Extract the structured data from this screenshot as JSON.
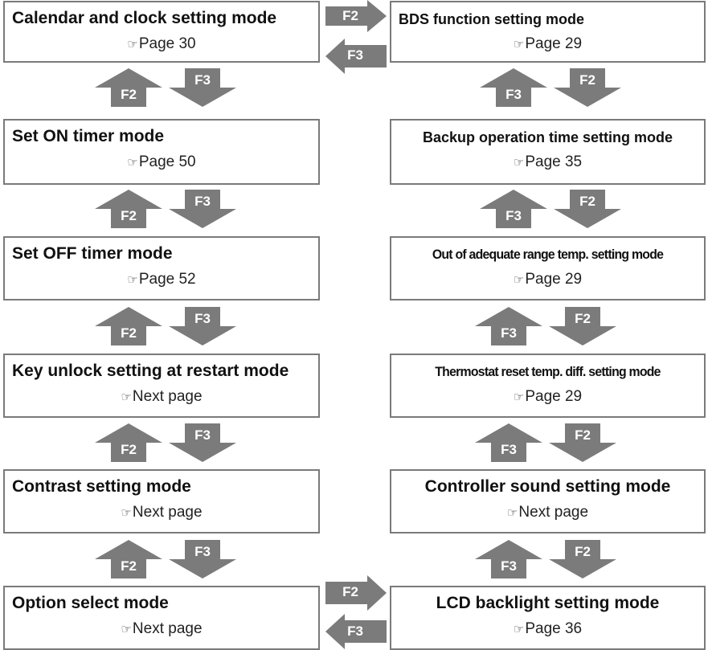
{
  "colors": {
    "arrow_fill": "#7b7b7b",
    "box_border": "#7a7a7a",
    "label_text": "#ffffff"
  },
  "ref_icon": "pointing-hand-icon",
  "left_column": [
    {
      "title": "Calendar and clock setting mode",
      "ref": "Page 30"
    },
    {
      "title": "Set ON timer mode",
      "ref": "Page 50"
    },
    {
      "title": "Set OFF timer mode",
      "ref": "Page 52"
    },
    {
      "title": "Key unlock setting at restart mode",
      "ref": "Next page"
    },
    {
      "title": "Contrast setting mode",
      "ref": "Next page"
    },
    {
      "title": "Option select mode",
      "ref": "Next page"
    }
  ],
  "right_column": [
    {
      "title": "BDS function setting mode",
      "ref": "Page 29"
    },
    {
      "title": "Backup operation time setting mode",
      "ref": "Page 35"
    },
    {
      "title": "Out of adequate range temp. setting mode",
      "ref": "Page 29"
    },
    {
      "title": "Thermostat reset temp. diff. setting mode",
      "ref": "Page 29"
    },
    {
      "title": "Controller sound setting mode",
      "ref": "Next page"
    },
    {
      "title": "LCD backlight setting mode",
      "ref": "Page 36"
    }
  ],
  "keys": {
    "f2": "F2",
    "f3": "F3"
  }
}
